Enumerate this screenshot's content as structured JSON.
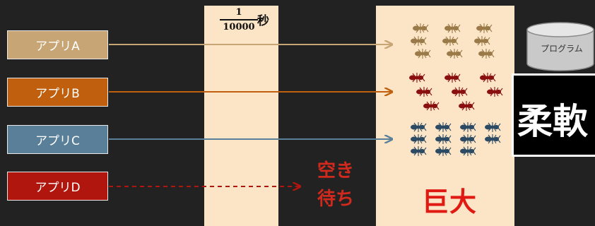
{
  "apps": {
    "a": "アプリA",
    "b": "アプリB",
    "c": "アプリC",
    "d": "アプリD"
  },
  "timeslice": {
    "numerator": "1",
    "denominator": "10000",
    "unit": "秒"
  },
  "waiting": {
    "line1": "空き",
    "line2": "待ち"
  },
  "huge": {
    "label": "巨大"
  },
  "program": {
    "label": "プログラム"
  },
  "flexible": {
    "label": "柔軟"
  },
  "colors": {
    "app_a": "#c8a574",
    "app_b": "#c0600e",
    "app_c": "#5a8099",
    "app_d": "#b0160d",
    "panel": "#fbe5c6",
    "accent_red": "#e01a12"
  },
  "icons": [
    "tan-ant-icon",
    "red-ant-icon",
    "blue-ant-icon",
    "database-icon"
  ]
}
